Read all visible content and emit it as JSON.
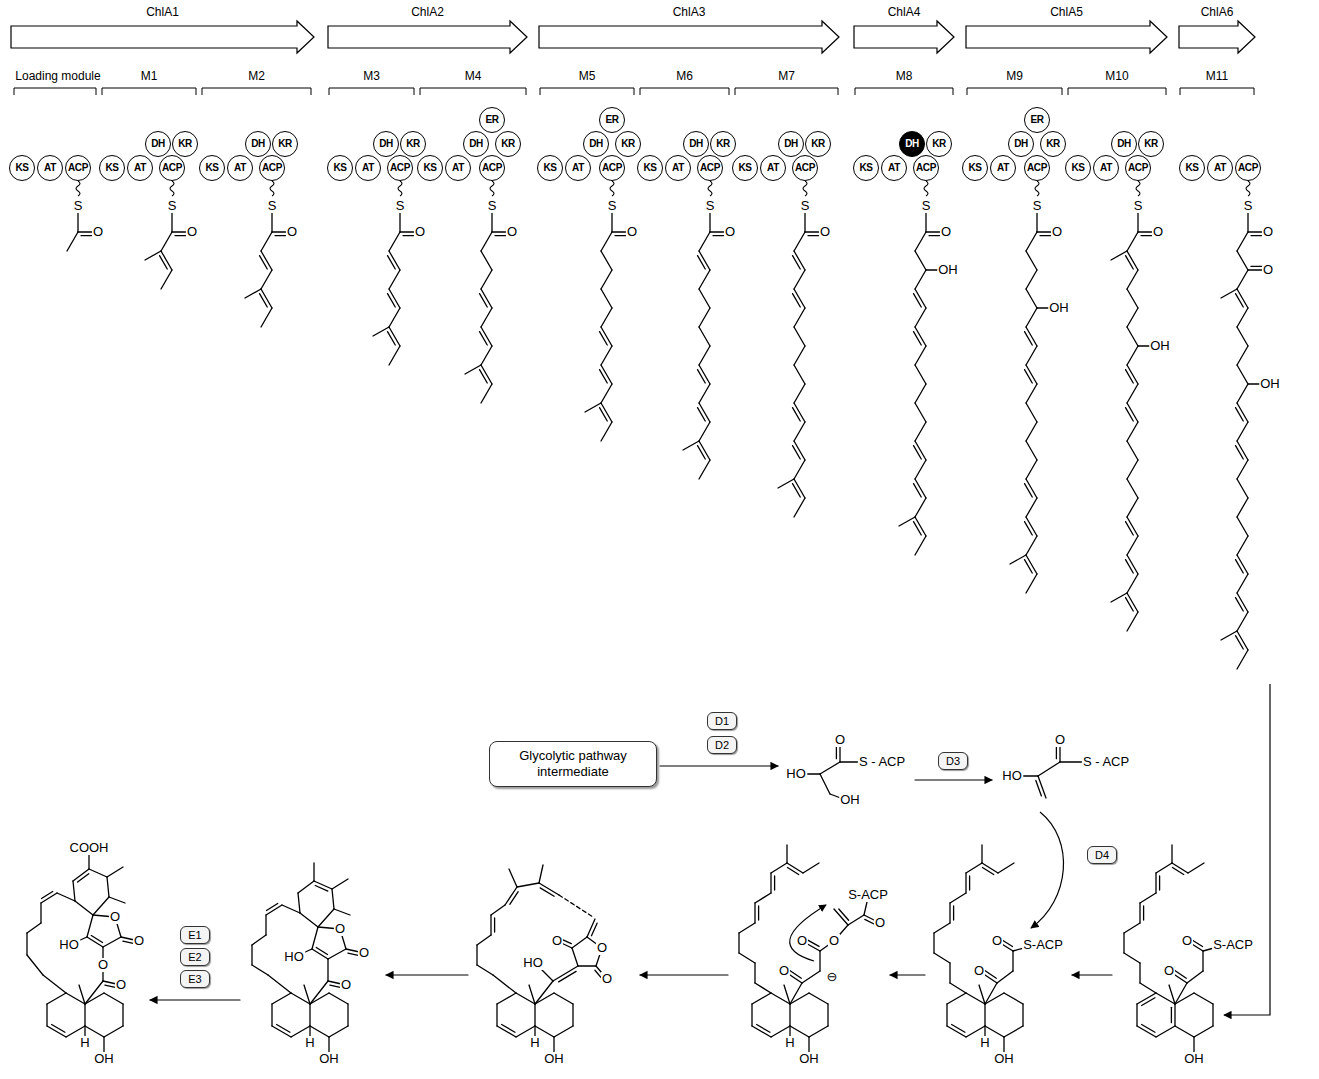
{
  "diagram": {
    "nodes": [
      {
        "text": [
          "ChlA1"
        ]
      },
      {
        "text": [
          "ChlA2"
        ]
      },
      {
        "text": [
          "ChlA3"
        ]
      },
      {
        "text": [
          "ChlA4"
        ]
      },
      {
        "text": [
          "ChlA5"
        ]
      },
      {
        "text": [
          "ChlA6"
        ]
      },
      {
        "text": [
          "KS"
        ]
      },
      {
        "text": [
          "AT"
        ]
      },
      {
        "text": [
          "ACP"
        ]
      },
      {
        "text": [
          "KS"
        ]
      },
      {
        "text": [
          "AT"
        ]
      },
      {
        "text": [
          "DH"
        ]
      },
      {
        "text": [
          "KR"
        ]
      },
      {
        "text": [
          "ACP"
        ]
      },
      {
        "text": [
          "KS"
        ]
      },
      {
        "text": [
          "AT"
        ]
      },
      {
        "text": [
          "DH"
        ]
      },
      {
        "text": [
          "KR"
        ]
      },
      {
        "text": [
          "ACP"
        ]
      },
      {
        "text": [
          "KS"
        ]
      },
      {
        "text": [
          "AT"
        ]
      },
      {
        "text": [
          "DH"
        ]
      },
      {
        "text": [
          "KR"
        ]
      },
      {
        "text": [
          "ACP"
        ]
      },
      {
        "text": [
          "KS"
        ]
      },
      {
        "text": [
          "AT"
        ]
      },
      {
        "text": [
          "DH"
        ]
      },
      {
        "text": [
          "ER"
        ]
      },
      {
        "text": [
          "KR"
        ]
      },
      {
        "text": [
          "ACP"
        ]
      },
      {
        "text": [
          "KS"
        ]
      },
      {
        "text": [
          "AT"
        ]
      },
      {
        "text": [
          "DH"
        ]
      },
      {
        "text": [
          "ER"
        ]
      },
      {
        "text": [
          "KR"
        ]
      },
      {
        "text": [
          "ACP"
        ]
      },
      {
        "text": [
          "KS"
        ]
      },
      {
        "text": [
          "AT"
        ]
      },
      {
        "text": [
          "DH"
        ]
      },
      {
        "text": [
          "KR"
        ]
      },
      {
        "text": [
          "ACP"
        ]
      },
      {
        "text": [
          "KS"
        ]
      },
      {
        "text": [
          "AT"
        ]
      },
      {
        "text": [
          "DH"
        ]
      },
      {
        "text": [
          "KR"
        ]
      },
      {
        "text": [
          "ACP"
        ]
      },
      {
        "text": [
          "KS"
        ]
      },
      {
        "text": [
          "AT"
        ]
      },
      {
        "text": [
          "DH"
        ]
      },
      {
        "text": [
          "KR"
        ]
      },
      {
        "text": [
          "ACP"
        ]
      },
      {
        "text": [
          "KS"
        ]
      },
      {
        "text": [
          "AT"
        ]
      },
      {
        "text": [
          "DH"
        ]
      },
      {
        "text": [
          "ER"
        ]
      },
      {
        "text": [
          "KR"
        ]
      },
      {
        "text": [
          "ACP"
        ]
      },
      {
        "text": [
          "KS"
        ]
      },
      {
        "text": [
          "AT"
        ]
      },
      {
        "text": [
          "DH"
        ]
      },
      {
        "text": [
          "KR"
        ]
      },
      {
        "text": [
          "ACP"
        ]
      },
      {
        "text": [
          "KS"
        ]
      },
      {
        "text": [
          "AT"
        ]
      },
      {
        "text": [
          "ACP"
        ]
      },
      {
        "text": [
          "Glycolytic pathway intermediate"
        ]
      },
      {
        "text": [
          "D1"
        ]
      },
      {
        "text": [
          "D2"
        ]
      },
      {
        "text": [
          "D3"
        ]
      },
      {
        "text": [
          "D4"
        ]
      },
      {
        "text": [
          "E1"
        ]
      },
      {
        "text": [
          "E2"
        ]
      },
      {
        "text": [
          "E3"
        ]
      }
    ],
    "labels": [
      "Loading module",
      "M1",
      "M2",
      "M3",
      "M4",
      "M5",
      "M6",
      "M7",
      "M8",
      "M9",
      "M10",
      "M11",
      "S",
      "O",
      "S",
      "O",
      "S",
      "O",
      "S",
      "O",
      "S",
      "O",
      "S",
      "O",
      "S",
      "O",
      "S",
      "O",
      "S",
      "O",
      "OH",
      "S",
      "O",
      "OH",
      "S",
      "O",
      "OH",
      "S",
      "O",
      "O",
      "OH",
      "O",
      "S - ACP",
      "HO",
      "OH",
      "O",
      "S - ACP",
      "HO",
      "COOH",
      "O",
      "O",
      "HO",
      "O",
      "O",
      "H",
      "OH",
      "O",
      "O",
      "HO",
      "O",
      "H",
      "OH",
      "O",
      "O",
      "HO",
      "O",
      "H",
      "OH",
      "S-ACP",
      "O",
      "O",
      "O",
      "⊖",
      "O",
      "H",
      "OH",
      "O",
      "S-ACP",
      "O",
      "H",
      "OH",
      "O",
      "S-ACP",
      "O",
      "OH"
    ]
  }
}
